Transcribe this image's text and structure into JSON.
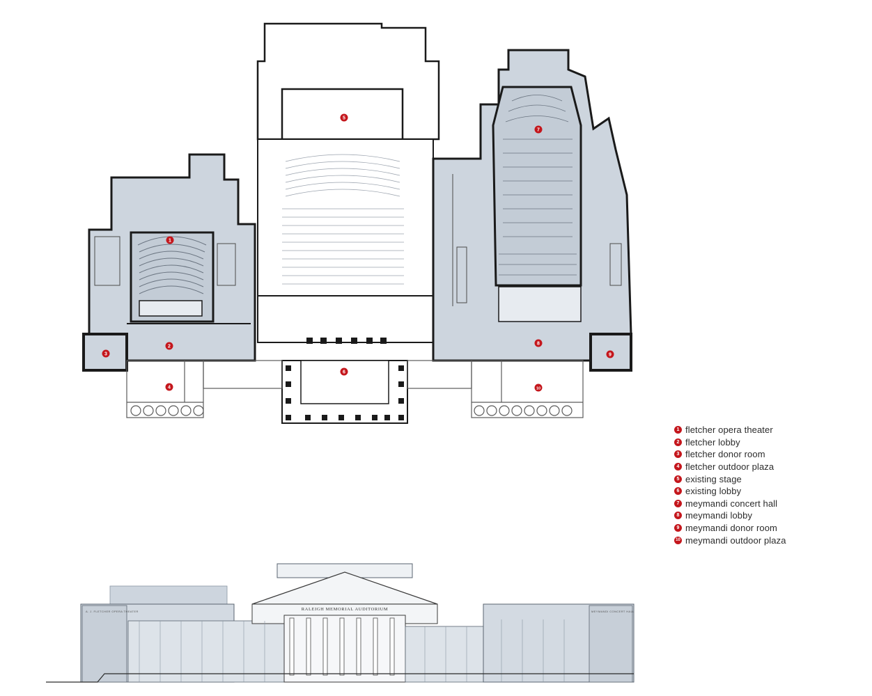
{
  "legend": {
    "items": [
      {
        "num": "1",
        "label": "fletcher opera theater"
      },
      {
        "num": "2",
        "label": "fletcher lobby"
      },
      {
        "num": "3",
        "label": "fletcher donor room"
      },
      {
        "num": "4",
        "label": "fletcher outdoor plaza"
      },
      {
        "num": "5",
        "label": "existing stage"
      },
      {
        "num": "6",
        "label": "existing lobby"
      },
      {
        "num": "7",
        "label": "meymandi concert hall"
      },
      {
        "num": "8",
        "label": "meymandi lobby"
      },
      {
        "num": "9",
        "label": "meymandi donor room"
      },
      {
        "num": "10",
        "label": "meymandi outdoor plaza"
      }
    ]
  },
  "plan": {
    "markers": [
      "1",
      "2",
      "3",
      "4",
      "5",
      "6",
      "7",
      "8",
      "9",
      "10"
    ]
  },
  "elevation": {
    "pediment_title": "RALEIGH MEMORIAL AUDITORIUM",
    "left_sign": "A. J. FLETCHER OPERA THEATER",
    "right_sign": "MEYMANDI CONCERT HALL"
  },
  "colors": {
    "fill": "#cdd5de",
    "wall": "#1a1a1a",
    "marker": "#c4161c"
  }
}
